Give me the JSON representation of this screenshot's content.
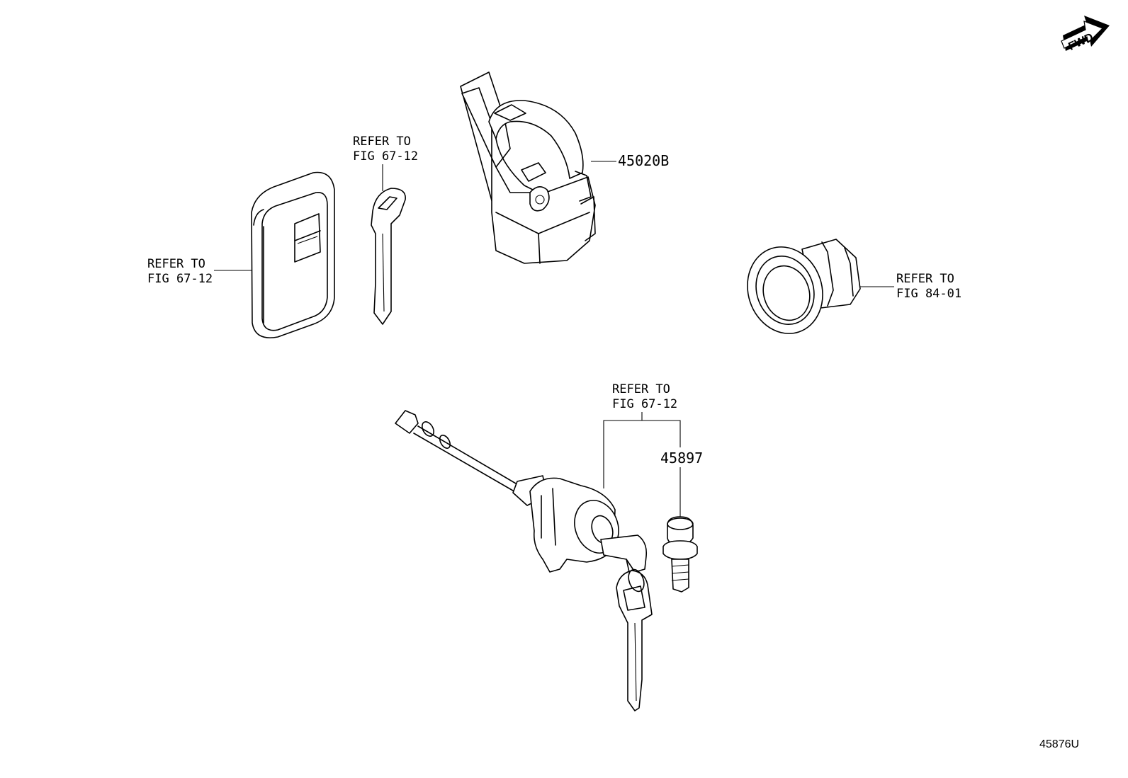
{
  "fwd": {
    "label": "FWD"
  },
  "callouts": {
    "fob": {
      "line1": "REFER TO",
      "line2": "FIG 67-12"
    },
    "key": {
      "line1": "REFER TO",
      "line2": "FIG 67-12"
    },
    "switch": {
      "line1": "REFER TO",
      "line2": "FIG 84-01"
    },
    "lock_set": {
      "line1": "REFER TO",
      "line2": "FIG 67-12"
    }
  },
  "parts": {
    "steering_lock": "45020B",
    "bolt": "45897"
  },
  "figure_id": "45876U"
}
